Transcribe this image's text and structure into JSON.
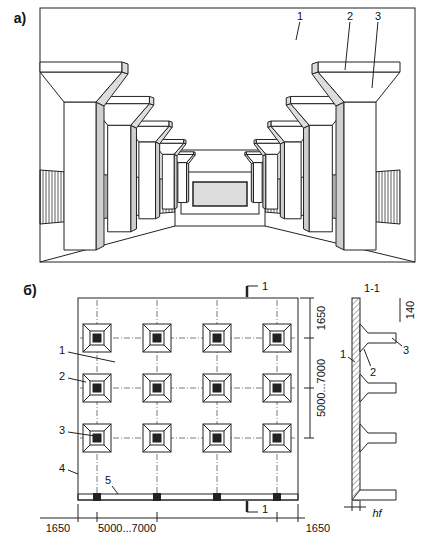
{
  "diagram": {
    "labels": [
      "а)",
      "1",
      "2",
      "3",
      "б)",
      "1",
      "1-1",
      "140",
      "1650",
      "1",
      "1",
      "2",
      "2",
      "5000...7000",
      "3",
      "3",
      "4",
      "5",
      "1",
      "hf",
      "1650",
      "5000...7000",
      "1650"
    ]
  }
}
